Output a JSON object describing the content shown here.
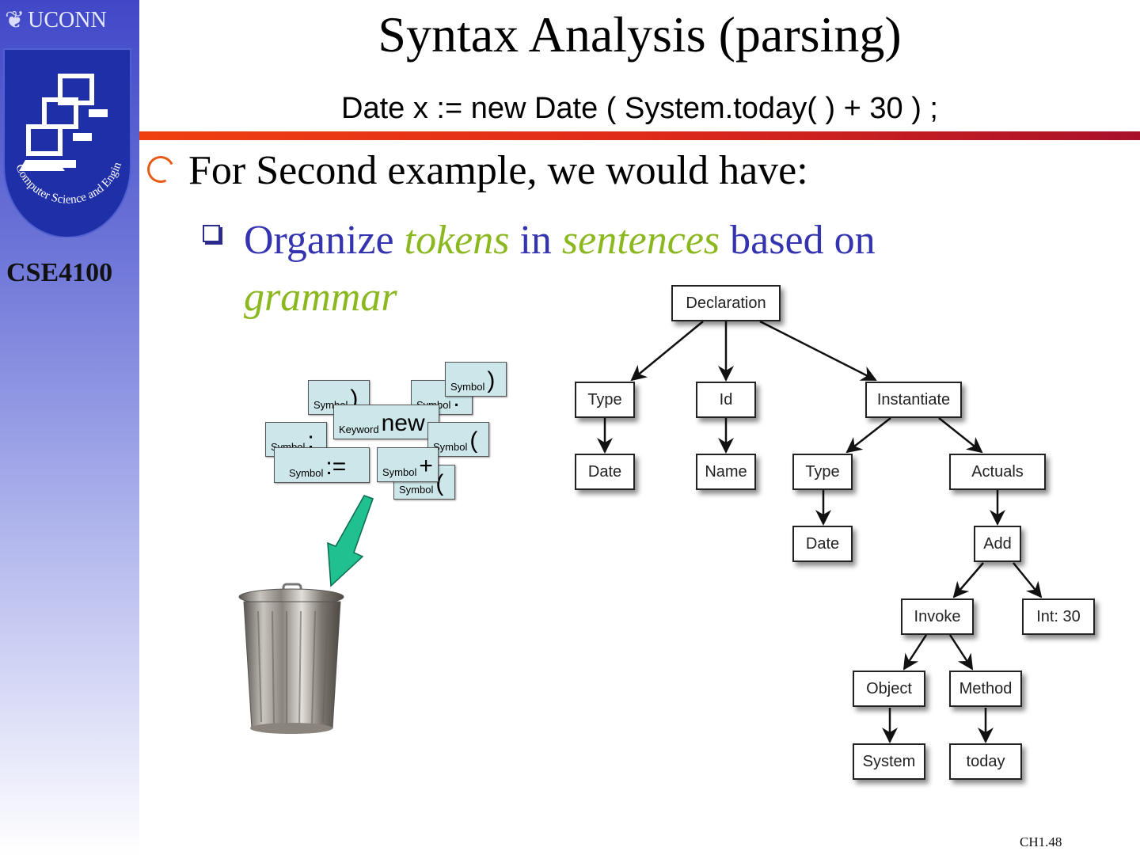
{
  "sidebar": {
    "university": "UCONN",
    "logo_text": "Computer Science and Engineering",
    "course": "CSE4100"
  },
  "slide": {
    "title": "Syntax Analysis (parsing)",
    "subtitle": "Date x := new Date ( System.today( ) + 30 ) ;",
    "bullet1": "For Second example, we would have:",
    "bullet2": {
      "w1": "Organize ",
      "w2": "tokens",
      "w3": " in ",
      "w4": "sentences",
      "w5": " based on ",
      "w6": "grammar"
    },
    "page_number": "CH1.48"
  },
  "tokens": [
    {
      "kind": "Symbol",
      "value": ")"
    },
    {
      "kind": "Symbol",
      "value": ")"
    },
    {
      "kind": "Symbol",
      "value": "."
    },
    {
      "kind": "Keyword",
      "value": "new"
    },
    {
      "kind": "Symbol",
      "value": ";"
    },
    {
      "kind": "Symbol",
      "value": "("
    },
    {
      "kind": "Symbol",
      "value": ":="
    },
    {
      "kind": "Symbol",
      "value": "+"
    },
    {
      "kind": "Symbol",
      "value": "("
    }
  ],
  "tree": {
    "declaration": "Declaration",
    "type1": "Type",
    "id": "Id",
    "instantiate": "Instantiate",
    "date1": "Date",
    "name": "Name",
    "type2": "Type",
    "actuals": "Actuals",
    "date2": "Date",
    "add": "Add",
    "invoke": "Invoke",
    "int30": "Int: 30",
    "object": "Object",
    "method": "Method",
    "system": "System",
    "today": "today"
  },
  "colors": {
    "accent_rule": "#e02a1a",
    "bullet_blue": "#3434b0",
    "emphasis_green": "#8ab81e",
    "token_fill": "#cce6ea",
    "arrow_green": "#20c090"
  }
}
